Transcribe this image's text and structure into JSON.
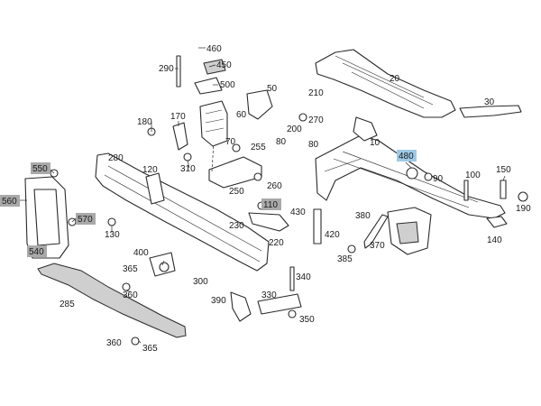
{
  "colors": {
    "highlight_gray": "#a9a9a9",
    "highlight_blue": "#9ec9e6",
    "line": "#2a2a2a",
    "background": "#ffffff"
  },
  "labels": [
    {
      "id": "460",
      "text": "460",
      "highlight": "none"
    },
    {
      "id": "450",
      "text": "450",
      "highlight": "none"
    },
    {
      "id": "290",
      "text": "290",
      "highlight": "none"
    },
    {
      "id": "500",
      "text": "500",
      "highlight": "none"
    },
    {
      "id": "20",
      "text": "20",
      "highlight": "none"
    },
    {
      "id": "50",
      "text": "50",
      "highlight": "none"
    },
    {
      "id": "210",
      "text": "210",
      "highlight": "none"
    },
    {
      "id": "30",
      "text": "30",
      "highlight": "none"
    },
    {
      "id": "180",
      "text": "180",
      "highlight": "none"
    },
    {
      "id": "170",
      "text": "170",
      "highlight": "none"
    },
    {
      "id": "60",
      "text": "60",
      "highlight": "none"
    },
    {
      "id": "270",
      "text": "270",
      "highlight": "none"
    },
    {
      "id": "200",
      "text": "200",
      "highlight": "none"
    },
    {
      "id": "80a",
      "text": "80",
      "highlight": "none"
    },
    {
      "id": "70",
      "text": "70",
      "highlight": "none"
    },
    {
      "id": "255",
      "text": "255",
      "highlight": "none"
    },
    {
      "id": "80b",
      "text": "80",
      "highlight": "none"
    },
    {
      "id": "10",
      "text": "10",
      "highlight": "none"
    },
    {
      "id": "280",
      "text": "280",
      "highlight": "none"
    },
    {
      "id": "480",
      "text": "480",
      "highlight": "blue"
    },
    {
      "id": "550",
      "text": "550",
      "highlight": "gray"
    },
    {
      "id": "120",
      "text": "120",
      "highlight": "none"
    },
    {
      "id": "310",
      "text": "310",
      "highlight": "none"
    },
    {
      "id": "100",
      "text": "100",
      "highlight": "none"
    },
    {
      "id": "150",
      "text": "150",
      "highlight": "none"
    },
    {
      "id": "90",
      "text": "90",
      "highlight": "none"
    },
    {
      "id": "250",
      "text": "250",
      "highlight": "none"
    },
    {
      "id": "260",
      "text": "260",
      "highlight": "none"
    },
    {
      "id": "190",
      "text": "190",
      "highlight": "none"
    },
    {
      "id": "560",
      "text": "560",
      "highlight": "gray"
    },
    {
      "id": "110",
      "text": "110",
      "highlight": "gray"
    },
    {
      "id": "430",
      "text": "430",
      "highlight": "none"
    },
    {
      "id": "570",
      "text": "570",
      "highlight": "gray"
    },
    {
      "id": "380",
      "text": "380",
      "highlight": "none"
    },
    {
      "id": "230",
      "text": "230",
      "highlight": "none"
    },
    {
      "id": "130",
      "text": "130",
      "highlight": "none"
    },
    {
      "id": "420",
      "text": "420",
      "highlight": "none"
    },
    {
      "id": "140",
      "text": "140",
      "highlight": "none"
    },
    {
      "id": "220",
      "text": "220",
      "highlight": "none"
    },
    {
      "id": "370",
      "text": "370",
      "highlight": "none"
    },
    {
      "id": "540",
      "text": "540",
      "highlight": "gray"
    },
    {
      "id": "400",
      "text": "400",
      "highlight": "none"
    },
    {
      "id": "385",
      "text": "385",
      "highlight": "none"
    },
    {
      "id": "365a",
      "text": "365",
      "highlight": "none"
    },
    {
      "id": "340",
      "text": "340",
      "highlight": "none"
    },
    {
      "id": "300",
      "text": "300",
      "highlight": "none"
    },
    {
      "id": "360a",
      "text": "360",
      "highlight": "none"
    },
    {
      "id": "285",
      "text": "285",
      "highlight": "none"
    },
    {
      "id": "390",
      "text": "390",
      "highlight": "none"
    },
    {
      "id": "330",
      "text": "330",
      "highlight": "none"
    },
    {
      "id": "350",
      "text": "350",
      "highlight": "none"
    },
    {
      "id": "360b",
      "text": "360",
      "highlight": "none"
    },
    {
      "id": "365b",
      "text": "365",
      "highlight": "none"
    }
  ]
}
